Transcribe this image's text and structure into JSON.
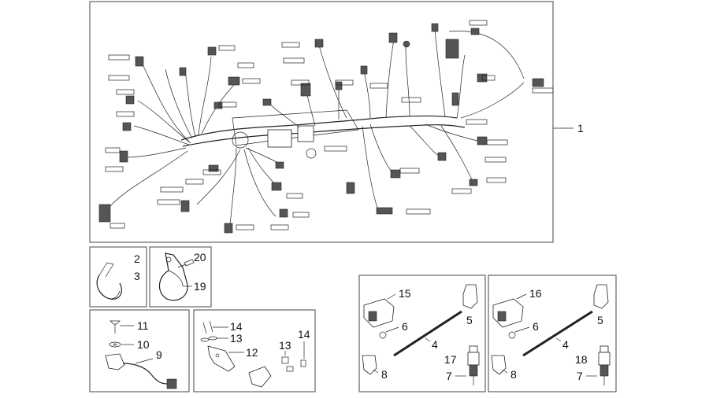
{
  "callouts": {
    "harness": "1",
    "strap_a": "2",
    "strap_b": "3",
    "rod": "4",
    "cap": "5",
    "washer": "6",
    "plug": "7",
    "boot": "8",
    "sensor": "9",
    "bush": "10",
    "screw": "11",
    "bracket": "12",
    "nut": "13",
    "screw2": "14",
    "coil_a": "15",
    "coil_b": "16",
    "lead_a": "17",
    "lead_b": "18",
    "clamp": "19",
    "bolt": "20"
  },
  "colors": {
    "line": "#222222",
    "frame": "#444444",
    "background": "#ffffff"
  },
  "icons": [
    "wiring-harness-icon",
    "cable-strap-icon",
    "clamp-icon",
    "sensor-icon",
    "ignition-coil-icon",
    "spark-plug-icon"
  ]
}
